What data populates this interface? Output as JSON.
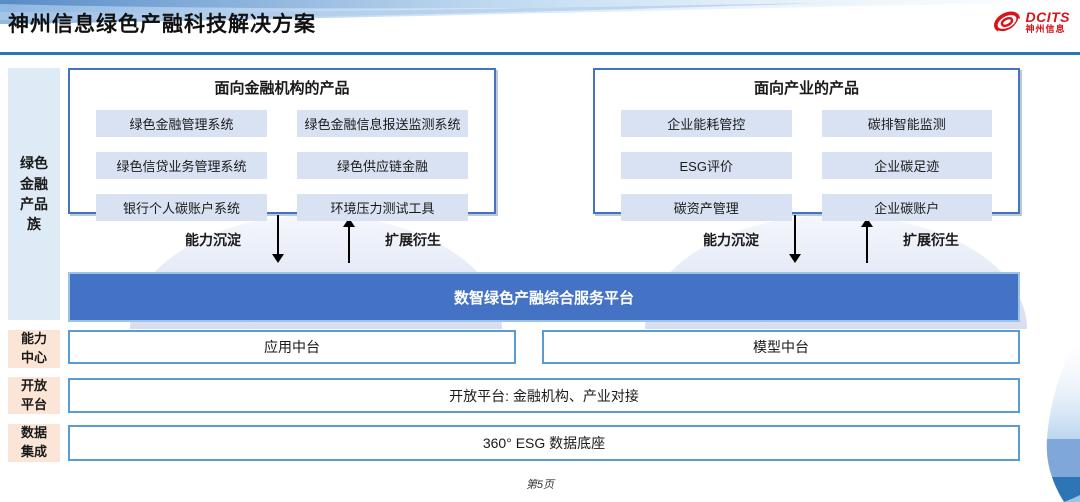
{
  "header": {
    "title": "神州信息绿色产融科技解决方案",
    "logo": {
      "brand": "DCITS",
      "brand_cn": "神州信息"
    }
  },
  "sidebar": {
    "product_family_label": "绿色金融产品族",
    "row_labels": [
      {
        "label": "能力中心"
      },
      {
        "label": "开放平台"
      },
      {
        "label": "数据集成"
      }
    ]
  },
  "product_groups": [
    {
      "title": "面向金融机构的产品",
      "items": [
        "绿色金融管理系统",
        "绿色金融信息报送监测系统",
        "绿色信贷业务管理系统",
        "绿色供应链金融",
        "银行个人碳账户系统",
        "环境压力测试工具"
      ]
    },
    {
      "title": "面向产业的产品",
      "items": [
        "企业能耗管控",
        "碳排智能监测",
        "ESG评价",
        "企业碳足迹",
        "碳资产管理",
        "企业碳账户"
      ]
    }
  ],
  "flow_labels": {
    "down": "能力沉淀",
    "up": "扩展衍生"
  },
  "platform": {
    "title": "数智绿色产融综合服务平台"
  },
  "layers": {
    "capability_center": [
      "应用中台",
      "模型中台"
    ],
    "open_platform": "开放平台: 金融机构、产业对接",
    "data_base": "360° ESG 数据底座"
  },
  "footer": {
    "page": "第5页"
  },
  "colors": {
    "accent_blue": "#4472C4",
    "border_blue": "#5B9BD5",
    "divider_blue": "#2E75B6",
    "item_bg": "#D9E2F3",
    "sidebar_blue_bg": "#DEEBF7",
    "sidebar_peach_bg": "#FBE5D6",
    "logo_red": "#D8141A"
  }
}
